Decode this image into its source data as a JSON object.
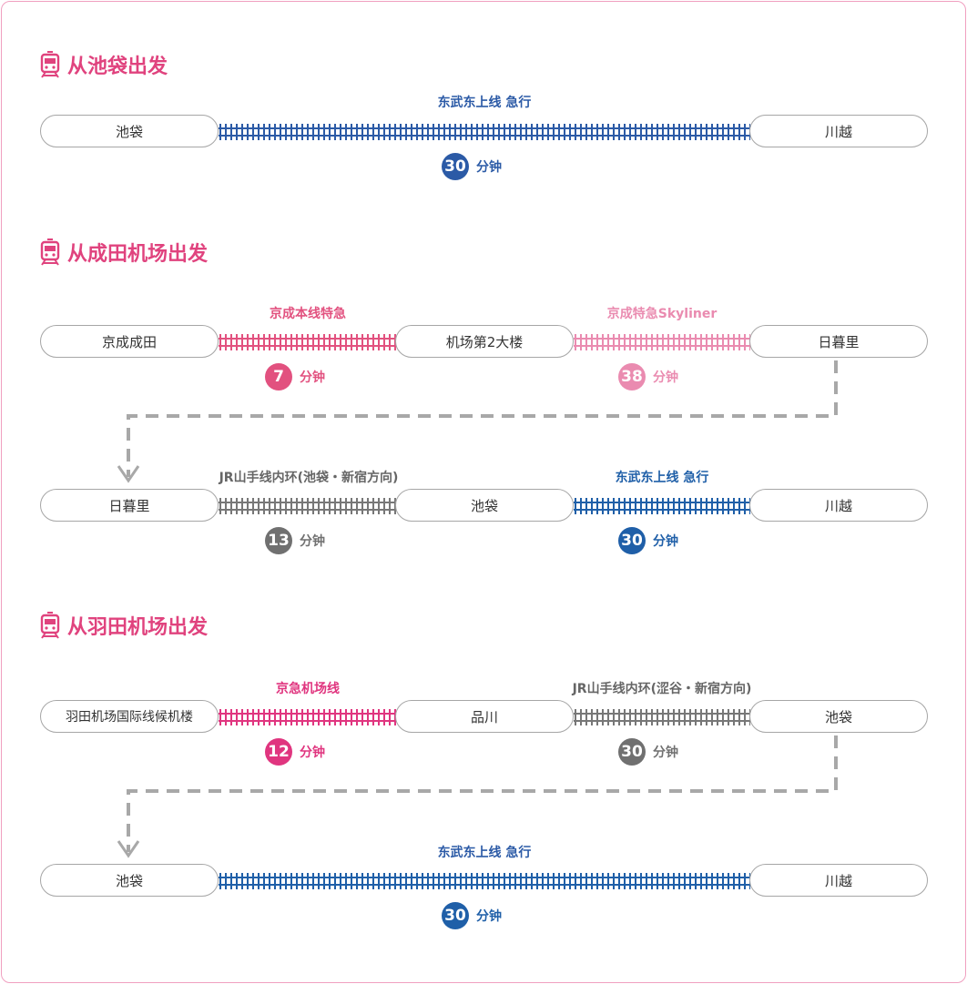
{
  "colors": {
    "heading": "#e0437e",
    "tobu": "#2b5aa6",
    "keisei_main": "#e2517f",
    "skyliner": "#ea8bb0",
    "jr": "#777777",
    "tobu_dark": "#1f5fa8",
    "keikyu": "#e0357f"
  },
  "icons": {
    "heading_icon": "train-icon",
    "transfer_icon": "dashed-arrow-down-icon"
  },
  "sections": [
    {
      "title": "从池袋出发",
      "rows": [
        {
          "stations": [
            "池袋",
            "川越"
          ],
          "segments": [
            {
              "line": "东武东上线 急行",
              "minutes": "30",
              "unit": "分钟"
            }
          ]
        }
      ]
    },
    {
      "title": "从成田机场出发",
      "rows": [
        {
          "stations": [
            "京成成田",
            "机场第2大楼",
            "日暮里"
          ],
          "segments": [
            {
              "line": "京成本线特急",
              "minutes": "7",
              "unit": "分钟"
            },
            {
              "line": "京成特急Skyliner",
              "minutes": "38",
              "unit": "分钟"
            }
          ]
        },
        {
          "stations": [
            "日暮里",
            "池袋",
            "川越"
          ],
          "segments": [
            {
              "line": "JR山手线内环(池袋・新宿方向)",
              "minutes": "13",
              "unit": "分钟"
            },
            {
              "line": "东武东上线 急行",
              "minutes": "30",
              "unit": "分钟"
            }
          ]
        }
      ]
    },
    {
      "title": "从羽田机场出发",
      "rows": [
        {
          "stations": [
            "羽田机场国际线候机楼",
            "品川",
            "池袋"
          ],
          "segments": [
            {
              "line": "京急机场线",
              "minutes": "12",
              "unit": "分钟"
            },
            {
              "line": "JR山手线内环(涩谷・新宿方向)",
              "minutes": "30",
              "unit": "分钟"
            }
          ]
        },
        {
          "stations": [
            "池袋",
            "川越"
          ],
          "segments": [
            {
              "line": "东武东上线 急行",
              "minutes": "30",
              "unit": "分钟"
            }
          ]
        }
      ]
    }
  ]
}
